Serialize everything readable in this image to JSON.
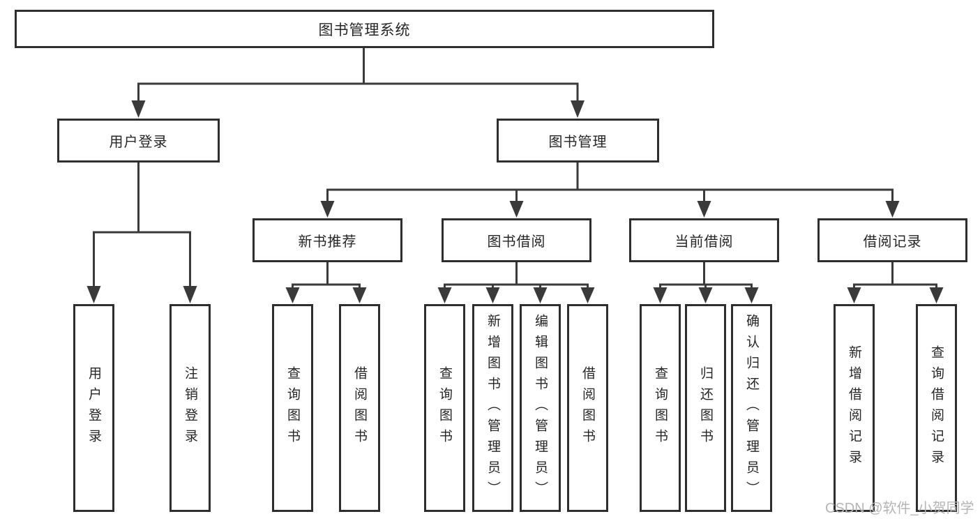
{
  "colors": {
    "line": "#3a3a3a",
    "box_border": "#2e2e2e",
    "box_fill": "#ffffff",
    "text": "#262626",
    "watermark": "#b5b5b5",
    "background": "#ffffff"
  },
  "watermark": {
    "text": "CSDN @软件_小贺同学"
  },
  "tree": {
    "root": {
      "label": "图书管理系统",
      "children": [
        {
          "label": "用户登录",
          "children": [
            {
              "label": "用户登录"
            },
            {
              "label": "注销登录"
            }
          ]
        },
        {
          "label": "图书管理",
          "children": [
            {
              "label": "新书推荐",
              "children": [
                {
                  "label": "查询图书"
                },
                {
                  "label": "借阅图书"
                }
              ]
            },
            {
              "label": "图书借阅",
              "children": [
                {
                  "label": "查询图书"
                },
                {
                  "label": "新增图书（管理员）"
                },
                {
                  "label": "编辑图书（管理员）"
                },
                {
                  "label": "借阅图书"
                }
              ]
            },
            {
              "label": "当前借阅",
              "children": [
                {
                  "label": "查询图书"
                },
                {
                  "label": "归还图书"
                },
                {
                  "label": "确认归还（管理员）"
                }
              ]
            },
            {
              "label": "借阅记录",
              "children": [
                {
                  "label": "新增借阅记录"
                },
                {
                  "label": "查询借阅记录"
                }
              ]
            }
          ]
        }
      ]
    }
  }
}
